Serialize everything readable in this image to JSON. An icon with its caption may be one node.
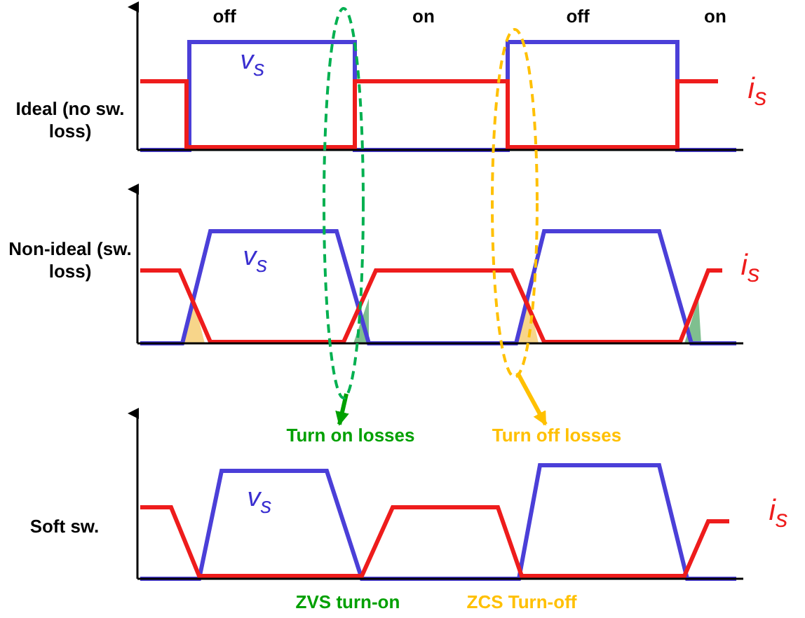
{
  "diagram": {
    "nodes": [
      {
        "text": [],
        "shape": "ellipse"
      },
      {
        "text": [],
        "shape": "ellipse"
      },
      {
        "text": [
          "Turn on losses"
        ]
      },
      {
        "text": [
          "Turn off losses"
        ]
      }
    ],
    "edges": [
      {
        "from": 0,
        "to": 2,
        "arrow": "to",
        "color": "#00a000"
      },
      {
        "from": 1,
        "to": 3,
        "arrow": "to",
        "color": "#ffc000"
      }
    ],
    "labels": [
      "off",
      "on",
      "off",
      "on",
      "Ideal (no sw. loss)",
      "v$_{s}$",
      "i$_{s}$",
      "Non-ideal (sw. loss)",
      "v$_{s}$",
      "i$_{s}$",
      "Soft sw.",
      "v$_{s}$",
      "i$_{s}$",
      "ZVS turn-on",
      "ZCS Turn-off"
    ]
  }
}
